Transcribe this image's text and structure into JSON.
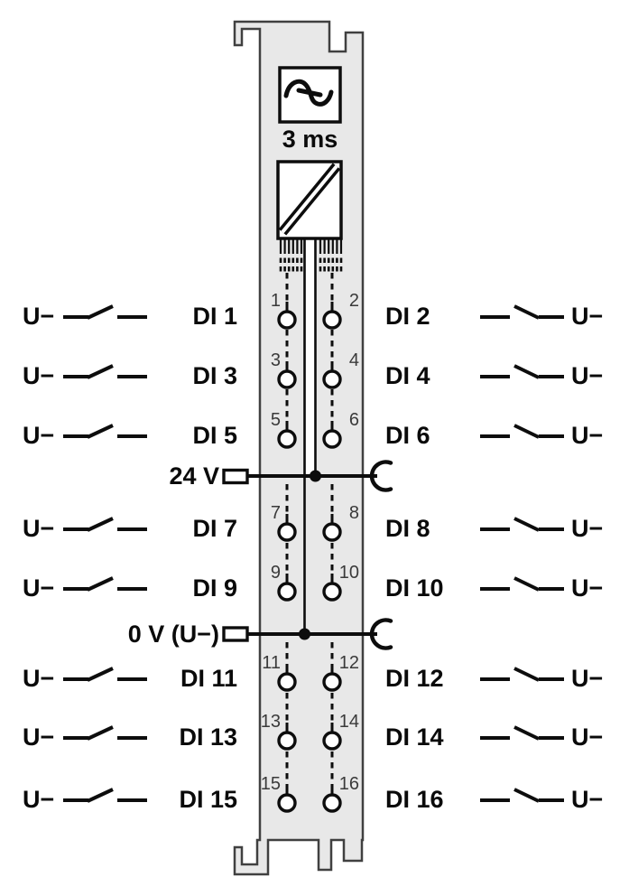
{
  "filter": {
    "label": "3 ms"
  },
  "power": {
    "supply": "24 V",
    "return": "0 V (U−)"
  },
  "rows": [
    {
      "left_voltage": "U−",
      "left_label": "DI 1",
      "left_pin": "1",
      "right_pin": "2",
      "right_label": "DI 2",
      "right_voltage": "U−"
    },
    {
      "left_voltage": "U−",
      "left_label": "DI 3",
      "left_pin": "3",
      "right_pin": "4",
      "right_label": "DI 4",
      "right_voltage": "U−"
    },
    {
      "left_voltage": "U−",
      "left_label": "DI 5",
      "left_pin": "5",
      "right_pin": "6",
      "right_label": "DI 6",
      "right_voltage": "U−"
    },
    {
      "left_voltage": "U−",
      "left_label": "DI 7",
      "left_pin": "7",
      "right_pin": "8",
      "right_label": "DI 8",
      "right_voltage": "U−"
    },
    {
      "left_voltage": "U−",
      "left_label": "DI 9",
      "left_pin": "9",
      "right_pin": "10",
      "right_label": "DI 10",
      "right_voltage": "U−"
    },
    {
      "left_voltage": "U−",
      "left_label": "DI 11",
      "left_pin": "11",
      "right_pin": "12",
      "right_label": "DI 12",
      "right_voltage": "U−"
    },
    {
      "left_voltage": "U−",
      "left_label": "DI 13",
      "left_pin": "13",
      "right_pin": "14",
      "right_label": "DI 14",
      "right_voltage": "U−"
    },
    {
      "left_voltage": "U−",
      "left_label": "DI 15",
      "left_pin": "15",
      "right_pin": "16",
      "right_label": "DI 16",
      "right_voltage": "U−"
    }
  ],
  "symbols": {
    "filter_icon": "sine-wave",
    "isolation_icon": "galvanic-isolation-diagonal",
    "switch_icon": "normally-open-contact",
    "terminal_icon": "plug-terminal-rectangle",
    "socket_icon": "socket-arc",
    "junction_icon": "connection-dot"
  },
  "colors": {
    "module_fill": "#e8e8e8",
    "module_outline": "#404040",
    "ink": "#0d0d0d",
    "pin_number_ink": "#3a3a3a",
    "background": "#ffffff"
  }
}
